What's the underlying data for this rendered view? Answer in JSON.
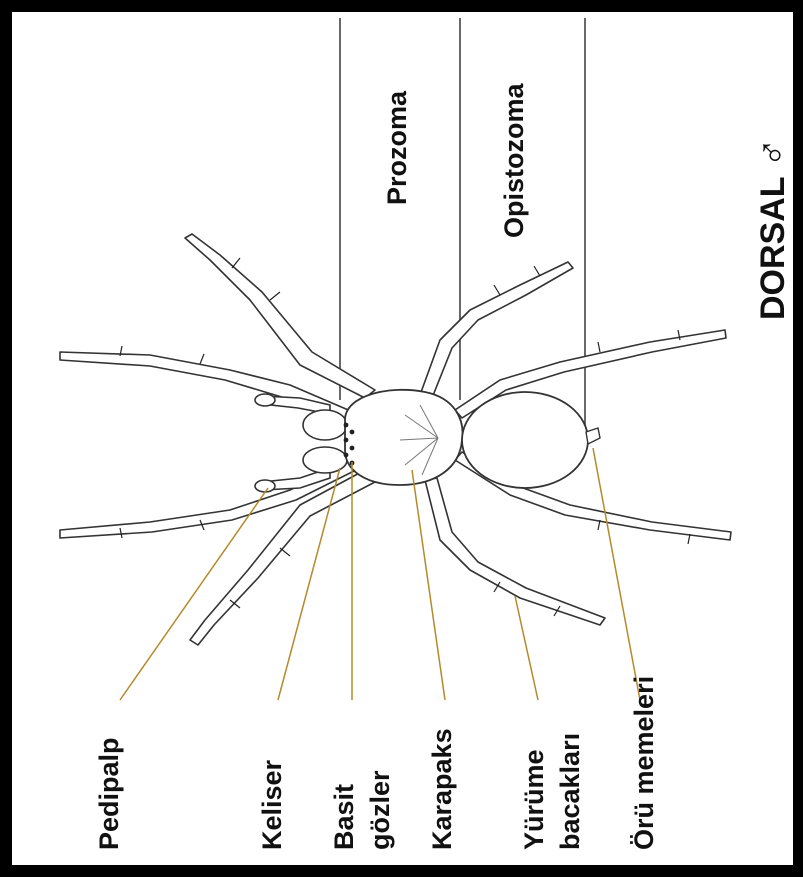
{
  "figure": {
    "view_label": "DORSAL",
    "sex_symbol": "♂",
    "regions": {
      "prosoma": "Prozoma",
      "opisthosoma": "Opistozoma"
    },
    "parts": {
      "pedipalp": "Pedipalp",
      "chelicerae": "Keliser",
      "simple_eyes_1": "Basit",
      "simple_eyes_2": "gözler",
      "carapace": "Karapaks",
      "walking_legs_1": "Yürüme",
      "walking_legs_2": "bacakları",
      "spinnerets": "Örü memeleri"
    },
    "colors": {
      "leader_line": "#b58a2a",
      "region_line": "#444444",
      "frame": "#000000"
    }
  }
}
